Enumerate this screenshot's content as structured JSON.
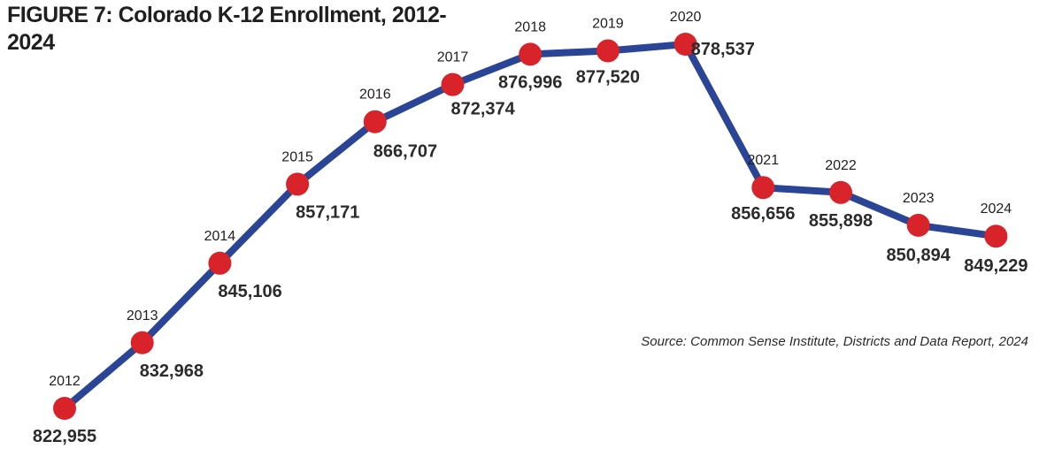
{
  "title": "FIGURE 7: Colorado K-12 Enrollment, 2012-2024",
  "source": "Source: Common Sense Institute, Districts and Data Report, 2024",
  "colors": {
    "line": "#2a4596",
    "marker": "#d8232a"
  },
  "chart_data": {
    "type": "line",
    "title": "FIGURE 7: Colorado K-12 Enrollment, 2012-2024",
    "xlabel": "",
    "ylabel": "",
    "x": [
      2012,
      2013,
      2014,
      2015,
      2016,
      2017,
      2018,
      2019,
      2020,
      2021,
      2022,
      2023,
      2024
    ],
    "values": [
      822955,
      832968,
      845106,
      857171,
      866707,
      872374,
      876996,
      877520,
      878537,
      856656,
      855898,
      850894,
      849229
    ],
    "value_labels": [
      "822,955",
      "832,968",
      "845,106",
      "857,171",
      "866,707",
      "872,374",
      "876,996",
      "877,520",
      "878,537",
      "856,656",
      "855,898",
      "850,894",
      "849,229"
    ],
    "ylim": [
      822955,
      878537
    ],
    "grid": false,
    "legend": "none"
  }
}
